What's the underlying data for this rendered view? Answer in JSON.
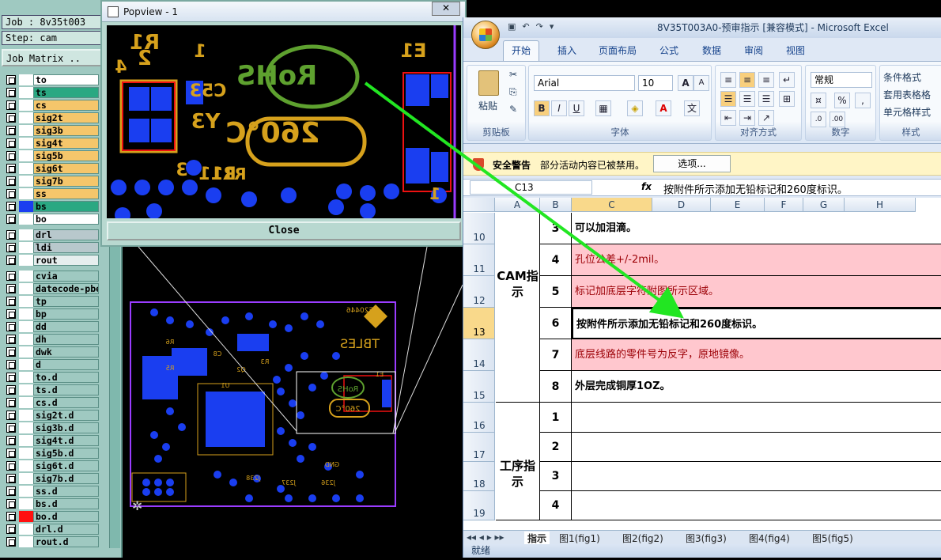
{
  "cam": {
    "job_label": "Job : 8v35t003",
    "step_label": "Step: cam",
    "matrix_button": "Job Matrix ..",
    "layers": [
      {
        "name": "to",
        "color": "#ffffff",
        "swatch": "#ffffff"
      },
      {
        "name": "ts",
        "color": "#2aa882",
        "swatch": "#ffffff"
      },
      {
        "name": "cs",
        "color": "#f5c66b",
        "swatch": "#ffffff"
      },
      {
        "name": "sig2t",
        "color": "#f5c66b",
        "swatch": "#ffffff"
      },
      {
        "name": "sig3b",
        "color": "#f5c66b",
        "swatch": "#ffffff"
      },
      {
        "name": "sig4t",
        "color": "#f5c66b",
        "swatch": "#ffffff"
      },
      {
        "name": "sig5b",
        "color": "#f5c66b",
        "swatch": "#ffffff"
      },
      {
        "name": "sig6t",
        "color": "#f5c66b",
        "swatch": "#ffffff"
      },
      {
        "name": "sig7b",
        "color": "#f5c66b",
        "swatch": "#ffffff"
      },
      {
        "name": "ss",
        "color": "#f5c66b",
        "swatch": "#ffffff"
      },
      {
        "name": "bs",
        "color": "#2aa882",
        "swatch": "#1a3ef0"
      },
      {
        "name": "bo",
        "color": "#ffffff",
        "swatch": "#ffffff"
      },
      {
        "name": "drl",
        "color": "#b8c8cc",
        "swatch": "#ffffff"
      },
      {
        "name": "ldi",
        "color": "#b8c8cc",
        "swatch": "#ffffff"
      },
      {
        "name": "rout",
        "color": "#e6eeee",
        "swatch": "#ffffff"
      },
      {
        "name": "cvia",
        "color": "#9fc9c1",
        "swatch": "#ffffff"
      },
      {
        "name": "datecode-pbe",
        "color": "#9fc9c1",
        "swatch": "#ffffff"
      },
      {
        "name": "tp",
        "color": "#9fc9c1",
        "swatch": "#ffffff"
      },
      {
        "name": "bp",
        "color": "#9fc9c1",
        "swatch": "#ffffff"
      },
      {
        "name": "dd",
        "color": "#9fc9c1",
        "swatch": "#ffffff"
      },
      {
        "name": "dh",
        "color": "#9fc9c1",
        "swatch": "#ffffff"
      },
      {
        "name": "dwk",
        "color": "#9fc9c1",
        "swatch": "#ffffff"
      },
      {
        "name": "d",
        "color": "#9fc9c1",
        "swatch": "#ffffff"
      },
      {
        "name": "to.d",
        "color": "#9fc9c1",
        "swatch": "#ffffff"
      },
      {
        "name": "ts.d",
        "color": "#9fc9c1",
        "swatch": "#ffffff"
      },
      {
        "name": "cs.d",
        "color": "#9fc9c1",
        "swatch": "#ffffff"
      },
      {
        "name": "sig2t.d",
        "color": "#9fc9c1",
        "swatch": "#ffffff"
      },
      {
        "name": "sig3b.d",
        "color": "#9fc9c1",
        "swatch": "#ffffff"
      },
      {
        "name": "sig4t.d",
        "color": "#9fc9c1",
        "swatch": "#ffffff"
      },
      {
        "name": "sig5b.d",
        "color": "#9fc9c1",
        "swatch": "#ffffff"
      },
      {
        "name": "sig6t.d",
        "color": "#9fc9c1",
        "swatch": "#ffffff"
      },
      {
        "name": "sig7b.d",
        "color": "#9fc9c1",
        "swatch": "#ffffff"
      },
      {
        "name": "ss.d",
        "color": "#9fc9c1",
        "swatch": "#ffffff"
      },
      {
        "name": "bs.d",
        "color": "#9fc9c1",
        "swatch": "#ffffff"
      },
      {
        "name": "bo.d",
        "color": "#9fc9c1",
        "swatch": "#ff1010"
      },
      {
        "name": "drl.d",
        "color": "#9fc9c1",
        "swatch": "#ffffff"
      },
      {
        "name": "rout.d",
        "color": "#9fc9c1",
        "swatch": "#ffffff"
      }
    ]
  },
  "popview": {
    "title": "Popview - 1",
    "title_close": "✕",
    "close_label": "Close",
    "silk_texts": [
      "R1",
      "4",
      "1",
      "C53",
      "Y3",
      "2",
      "3",
      "R11",
      "RoHS",
      "260°C",
      "E1",
      "R11",
      "1"
    ]
  },
  "pcb": {
    "silk_texts": [
      "E20446",
      "TBLES",
      "RoHS",
      "260°C",
      "J238",
      "J237",
      "J236",
      "GND",
      "R5",
      "R6",
      "C8",
      "Q2",
      "U1",
      "R3",
      "E1"
    ]
  },
  "excel": {
    "title": "8V35T003A0-预审指示  [兼容模式] - Microsoft Excel",
    "tabs": [
      "开始",
      "插入",
      "页面布局",
      "公式",
      "数据",
      "审阅",
      "视图"
    ],
    "ribbon": {
      "paste": "粘贴",
      "clipboard": "剪贴板",
      "font_name": "Arial",
      "font_size": "10",
      "font_group": "字体",
      "align_group": "对齐方式",
      "number_format": "常规",
      "number_group": "数字",
      "cond_format": "条件格式",
      "table_format": "套用表格格",
      "cell_style": "单元格样式",
      "styles_group": "样式"
    },
    "security": {
      "label": "安全警告",
      "message": "部分活动内容已被禁用。",
      "button": "选项..."
    },
    "name_box": "C13",
    "fx": "fx",
    "formula": "按附件所示添加无铅标记和260度标识。",
    "columns": [
      "A",
      "B",
      "C",
      "D",
      "E",
      "F",
      "G",
      "H"
    ],
    "rows": [
      {
        "row": "10",
        "num": "3",
        "text": "可以加泪滴。",
        "style": "bold"
      },
      {
        "row": "11",
        "num": "4",
        "text": "孔位公差+/-2mil。",
        "style": "pink"
      },
      {
        "row": "12",
        "num": "5",
        "text": "标记加底层字符附图所示区域。",
        "style": "pink"
      },
      {
        "row": "13",
        "num": "6",
        "text": "按附件所示添加无铅标记和260度标识。",
        "style": "bold"
      },
      {
        "row": "14",
        "num": "7",
        "text": "底层线路的零件号为反字，原地镜像。",
        "style": "pink"
      },
      {
        "row": "15",
        "num": "8",
        "text": "外层完成铜厚1OZ。",
        "style": "bold"
      },
      {
        "row": "16",
        "num": "1",
        "text": "",
        "style": ""
      },
      {
        "row": "17",
        "num": "2",
        "text": "",
        "style": ""
      },
      {
        "row": "18",
        "num": "3",
        "text": "",
        "style": ""
      },
      {
        "row": "19",
        "num": "4",
        "text": "",
        "style": ""
      }
    ],
    "group_cam": "CAM指示",
    "group_proc": "工序指示",
    "sheet_tabs": [
      "指示",
      "图1(fig1)",
      "图2(fig2)",
      "图3(fig3)",
      "图4(fig4)",
      "图5(fig5)"
    ],
    "status": "就绪"
  },
  "colors": {
    "pad_blue": "#1a3ef0",
    "silk_yellow": "#d6a11c",
    "rohs_green": "#5ea12f",
    "arrow_green": "#22e622",
    "board_outline": "#9a3cff"
  }
}
